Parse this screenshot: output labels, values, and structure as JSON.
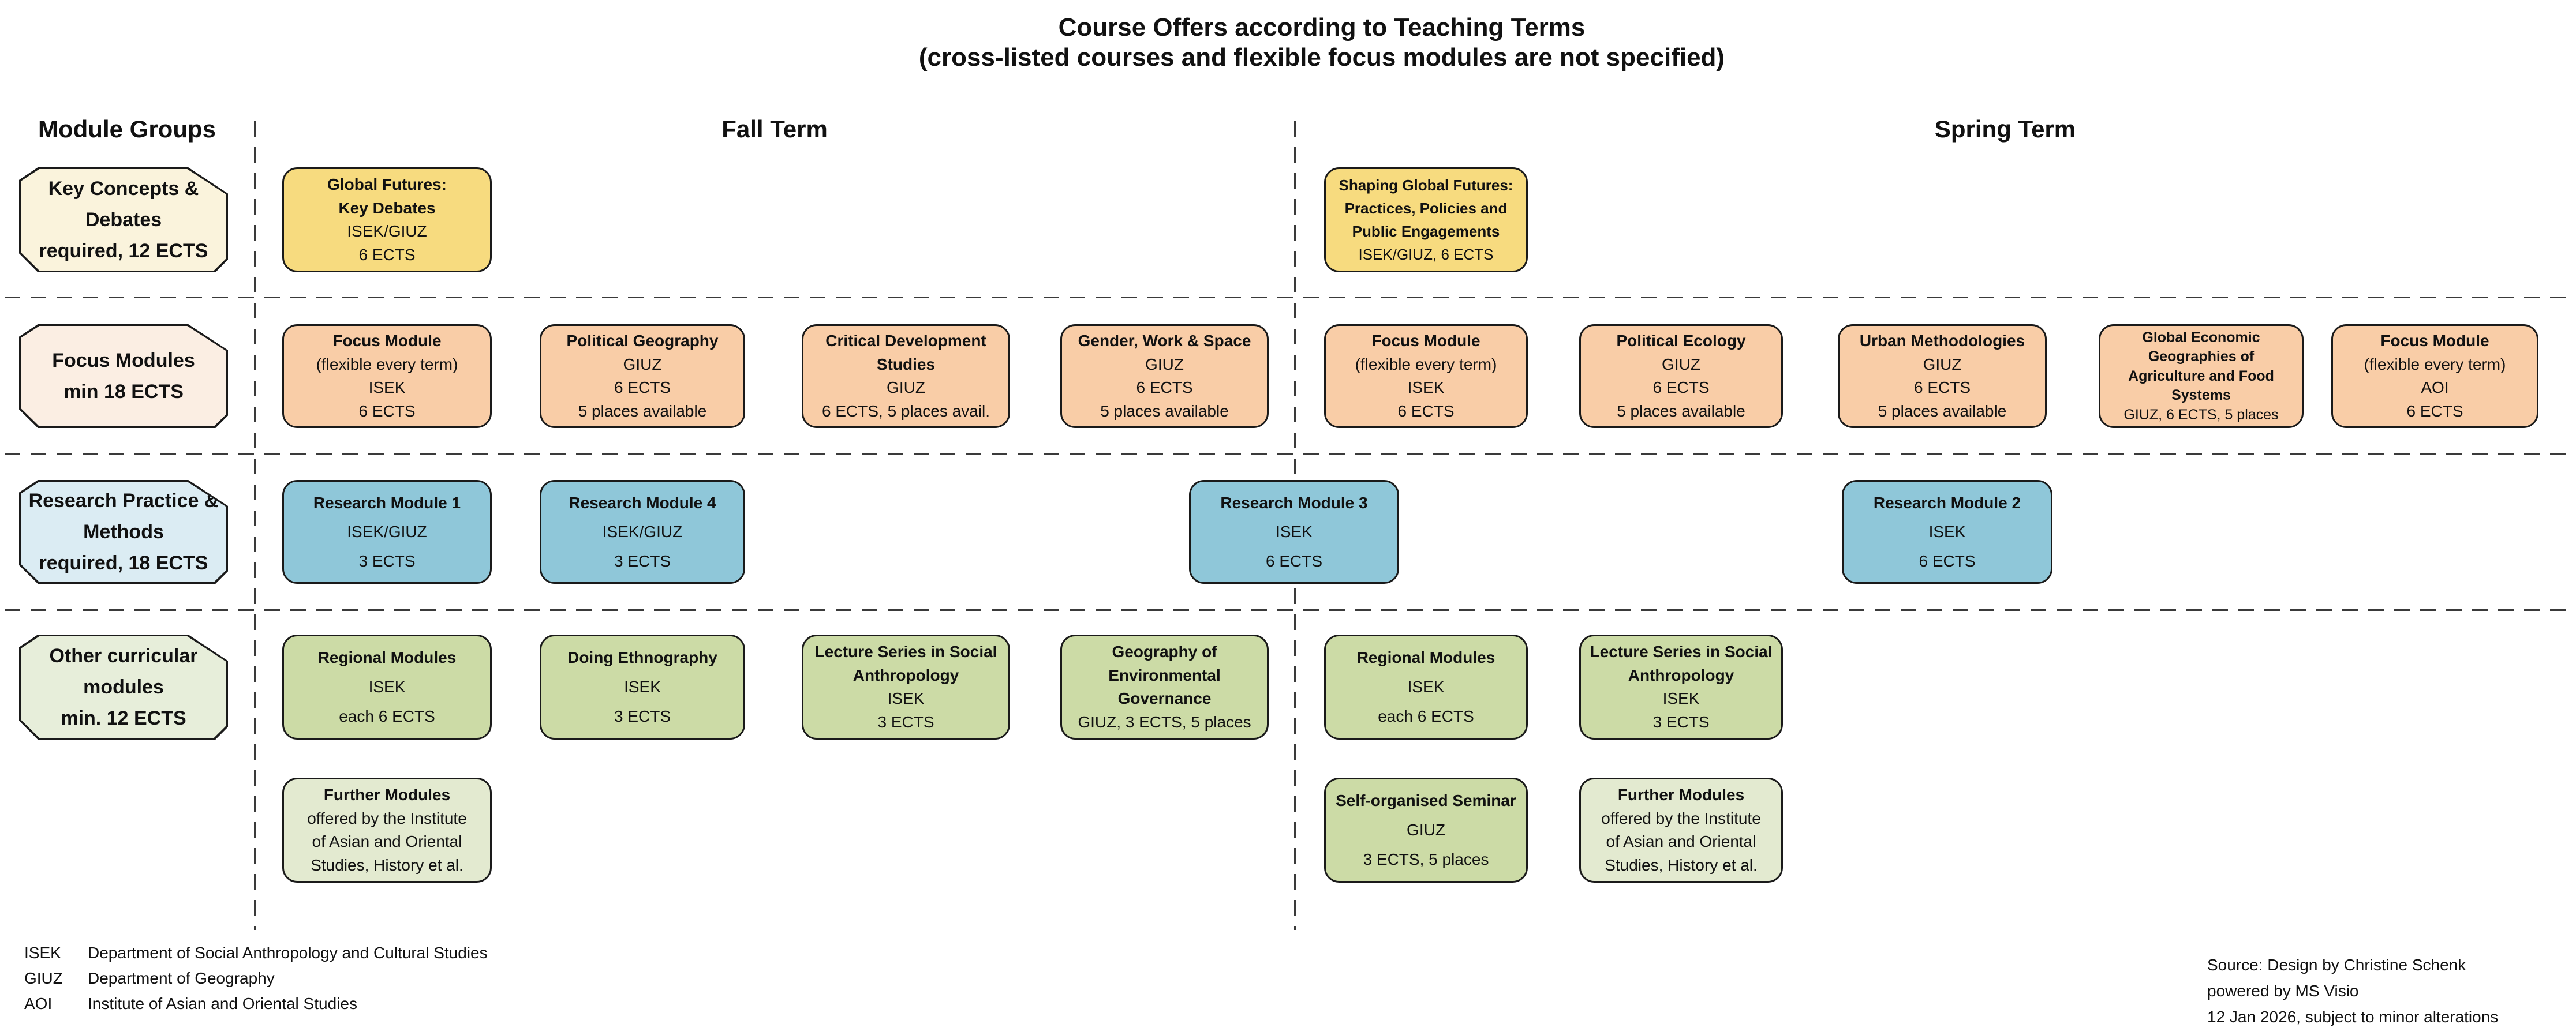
{
  "title": {
    "line1": "Course Offers according to Teaching Terms",
    "line2": "(cross-listed courses and flexible focus modules are not specified)"
  },
  "headers": {
    "module_groups": "Module Groups",
    "fall": "Fall Term",
    "spring": "Spring Term"
  },
  "module_groups": [
    {
      "lines": [
        "Key Concepts &",
        "Debates",
        "required, 12 ECTS"
      ]
    },
    {
      "lines": [
        "Focus Modules",
        "min 18 ECTS"
      ]
    },
    {
      "lines": [
        "Research Practice &",
        "Methods",
        "required, 18 ECTS"
      ]
    },
    {
      "lines": [
        "Other curricular",
        "modules",
        "min. 12 ECTS"
      ]
    }
  ],
  "boxes": [
    {
      "id": "fall-global-futures-key-debates",
      "lines": [
        "Global Futures:",
        "Key Debates",
        "ISEK/GIUZ",
        "6 ECTS"
      ]
    },
    {
      "id": "fall-focus-module-isek",
      "lines": [
        "Focus Module",
        "(flexible every term)",
        "ISEK",
        "6 ECTS"
      ]
    },
    {
      "id": "fall-political-geography",
      "lines": [
        "Political Geography",
        "GIUZ",
        "6 ECTS",
        "5 places available"
      ]
    },
    {
      "id": "fall-critical-development-studies",
      "lines": [
        "Critical Development",
        "Studies",
        "GIUZ",
        "6 ECTS, 5 places avail."
      ]
    },
    {
      "id": "fall-gender-work-space",
      "lines": [
        "Gender, Work & Space",
        "GIUZ",
        "6 ECTS",
        "5 places available"
      ]
    },
    {
      "id": "fall-research-module-1",
      "lines": [
        "Research Module 1",
        "ISEK/GIUZ",
        "3 ECTS"
      ]
    },
    {
      "id": "fall-research-module-4",
      "lines": [
        "Research Module 4",
        "ISEK/GIUZ",
        "3 ECTS"
      ]
    },
    {
      "id": "fall-regional-modules",
      "lines": [
        "Regional Modules",
        "ISEK",
        "each 6 ECTS"
      ]
    },
    {
      "id": "fall-doing-ethnography",
      "lines": [
        "Doing Ethnography",
        "ISEK",
        "3 ECTS"
      ]
    },
    {
      "id": "fall-lecture-series-social-anthropology",
      "lines": [
        "Lecture Series in Social",
        "Anthropology",
        "ISEK",
        "3 ECTS"
      ]
    },
    {
      "id": "fall-geography-environmental-governance",
      "lines": [
        "Geography of",
        "Environmental",
        "Governance",
        "GIUZ, 3 ECTS, 5 places"
      ]
    },
    {
      "id": "fall-further-modules",
      "lines": [
        "Further Modules",
        "offered by the Institute",
        "of Asian and Oriental",
        "Studies, History et al."
      ]
    },
    {
      "id": "spring-shaping-global-futures",
      "lines": [
        "Shaping Global Futures:",
        "Practices, Policies and",
        "Public Engagements",
        "ISEK/GIUZ, 6 ECTS"
      ]
    },
    {
      "id": "spring-focus-module-isek",
      "lines": [
        "Focus Module",
        "(flexible every term)",
        "ISEK",
        "6 ECTS"
      ]
    },
    {
      "id": "spring-political-ecology",
      "lines": [
        "Political Ecology",
        "GIUZ",
        "6 ECTS",
        "5 places available"
      ]
    },
    {
      "id": "spring-urban-methodologies",
      "lines": [
        "Urban Methodologies",
        "GIUZ",
        "6 ECTS",
        "5 places available"
      ]
    },
    {
      "id": "spring-global-economic-geographies",
      "lines": [
        "Global Economic",
        "Geographies of",
        "Agriculture and Food",
        "Systems",
        "GIUZ, 6 ECTS, 5 places"
      ]
    },
    {
      "id": "spring-focus-module-aoi",
      "lines": [
        "Focus Module",
        "(flexible every term)",
        "AOI",
        "6 ECTS"
      ]
    },
    {
      "id": "research-module-3",
      "lines": [
        "Research Module 3",
        "ISEK",
        "6 ECTS"
      ]
    },
    {
      "id": "spring-research-module-2",
      "lines": [
        "Research Module 2",
        "ISEK",
        "6 ECTS"
      ]
    },
    {
      "id": "spring-regional-modules",
      "lines": [
        "Regional Modules",
        "ISEK",
        "each 6 ECTS"
      ]
    },
    {
      "id": "spring-lecture-series-social-anthropology",
      "lines": [
        "Lecture Series in Social",
        "Anthropology",
        "ISEK",
        "3 ECTS"
      ]
    },
    {
      "id": "spring-self-organised-seminar",
      "lines": [
        "Self-organised Seminar",
        "GIUZ",
        "3 ECTS, 5 places"
      ]
    },
    {
      "id": "spring-further-modules",
      "lines": [
        "Further Modules",
        "offered by the Institute",
        "of Asian and Oriental",
        "Studies, History et al."
      ]
    }
  ],
  "legend": {
    "items": [
      {
        "abbr": "ISEK",
        "desc": "Department of Social Anthropology and Cultural Studies"
      },
      {
        "abbr": "GIUZ",
        "desc": "Department of Geography"
      },
      {
        "abbr": "AOI",
        "desc": "Institute of Asian and Oriental Studies"
      }
    ]
  },
  "source": {
    "line1": "Source: Design by Christine Schenk",
    "line2": "powered by MS Visio",
    "line3": "12 Jan 2026, subject to minor alterations"
  },
  "colors": {
    "yellow": "#F7DB7F",
    "peach": "#F9CDA7",
    "blue": "#8FC7D9",
    "green": "#CCDBA6",
    "green_light": "#E3EAD0",
    "group_cream": "#FAF3DC",
    "group_peach": "#FBEEE3",
    "group_blue": "#DBECF3",
    "group_green": "#E7EEDA",
    "border": "#1A1A1A"
  }
}
